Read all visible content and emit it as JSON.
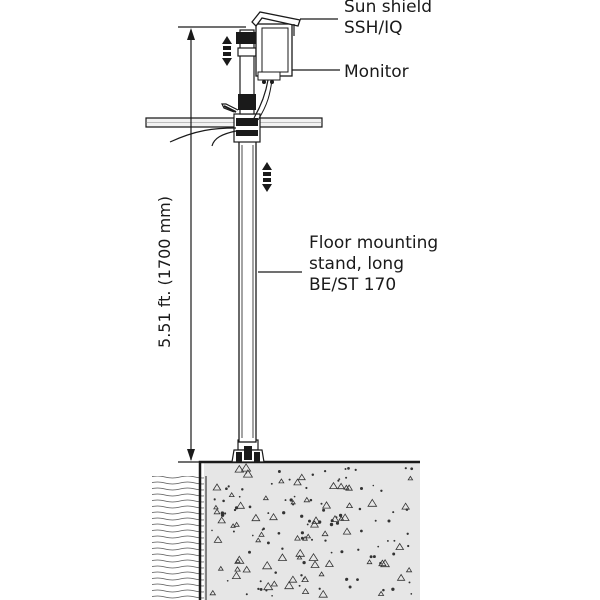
{
  "labels": {
    "sun_shield": [
      "Sun shield",
      "SSH/IQ"
    ],
    "monitor": "Monitor",
    "stand": [
      "Floor mounting",
      "stand, long",
      "BE/ST 170"
    ],
    "dimension": "5.51 ft. (1700 mm)"
  },
  "colors": {
    "line": "#1a1a1a",
    "concrete": "#e6e6e6",
    "water_lines": "#444444"
  }
}
